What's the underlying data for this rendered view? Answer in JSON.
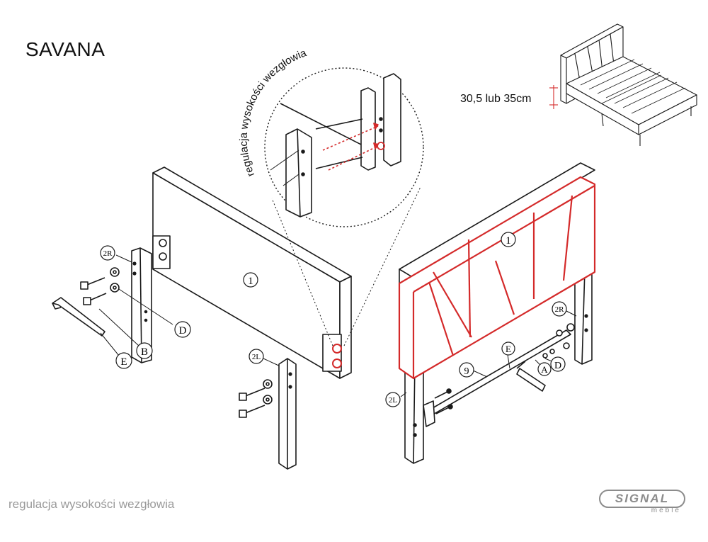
{
  "title": "SAVANA",
  "footer_caption": "regulacja wysokości wezgłowia",
  "zoom_caption": "regulacja wysokości wezgłowia",
  "height_label": "30,5 lub 35cm",
  "logo": {
    "word": "SIGNAL",
    "sub": "meble"
  },
  "parts": {
    "headboard": "1",
    "leg_right": "2R",
    "leg_left": "2L",
    "washer": "D",
    "bolt": "B",
    "allen_key": "E",
    "nut": "A",
    "bracket": "9"
  },
  "colors": {
    "highlight": "#d42a2a",
    "line": "#1a1a1a",
    "caption": "#9a9a9a"
  }
}
